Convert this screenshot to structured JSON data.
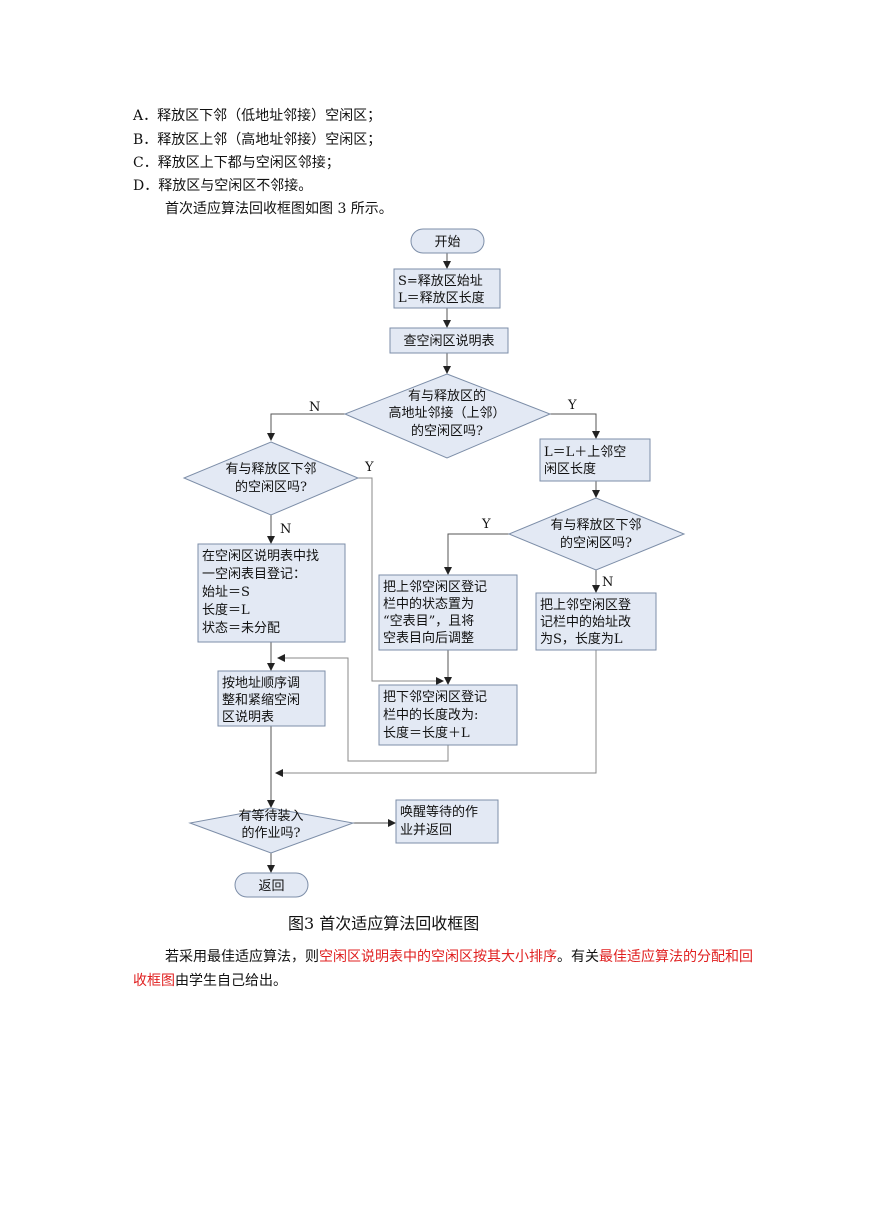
{
  "list": [
    "A．释放区下邻（低地址邻接）空闲区；",
    "B．释放区上邻（高地址邻接）空闲区；",
    "C．释放区上下都与空闲区邻接；",
    "D．释放区与空闲区不邻接。"
  ],
  "intro": "首次适应算法回收框图如图 3 所示。",
  "flow": {
    "start": "开始",
    "set1": "S=释放区始址",
    "set2": "L＝释放区长度",
    "check_table": "查空闲区说明表",
    "d1": [
      "有与释放区的",
      "高地址邻接（上邻）",
      "的空闲区吗?"
    ],
    "d1_no": "N",
    "d1_yes": "Y",
    "addL": [
      "L＝L＋上邻空",
      "闲区长度"
    ],
    "d2": [
      "有与释放区下邻",
      "的空闲区吗?"
    ],
    "d2_yes": "Y",
    "d2_no": "N",
    "d3": [
      "有与释放区下邻",
      "的空闲区吗?"
    ],
    "d3_yes": "Y",
    "d3_no": "N",
    "register": [
      "在空闲区说明表中找",
      "一空闲表目登记：",
      "始址＝S",
      "长度＝L",
      "状态＝未分配"
    ],
    "set_empty": [
      "把上邻空闲区登记",
      "栏中的状态置为",
      "“空表目”，且将",
      "空表目向后调整"
    ],
    "change_start": [
      "把上邻空闲区登",
      "记栏中的始址改",
      "为S，长度为L"
    ],
    "sort": [
      "按地址顺序调",
      "整和紧缩空闲",
      "区说明表"
    ],
    "change_len": [
      "把下邻空闲区登记",
      "栏中的长度改为:",
      "长度＝长度＋L"
    ],
    "d4": [
      "有等待装入",
      "的作业吗?"
    ],
    "wake": [
      "唤醒等待的作",
      "业并返回"
    ],
    "ret": "返回"
  },
  "caption": "图3 首次适应算法回收框图",
  "para": {
    "p1": "若采用最佳适应算法，则",
    "p1_red": "空闲区说明表中的空闲区按其大小排序",
    "p2": "。有关",
    "p2_red": "最佳适应算法的分配和回收框图",
    "p3": "由学生自己给出。"
  },
  "colors": {
    "shape_fill": "#e3e9f4",
    "shape_stroke": "#7d8ea8",
    "highlight": "#e02020"
  }
}
